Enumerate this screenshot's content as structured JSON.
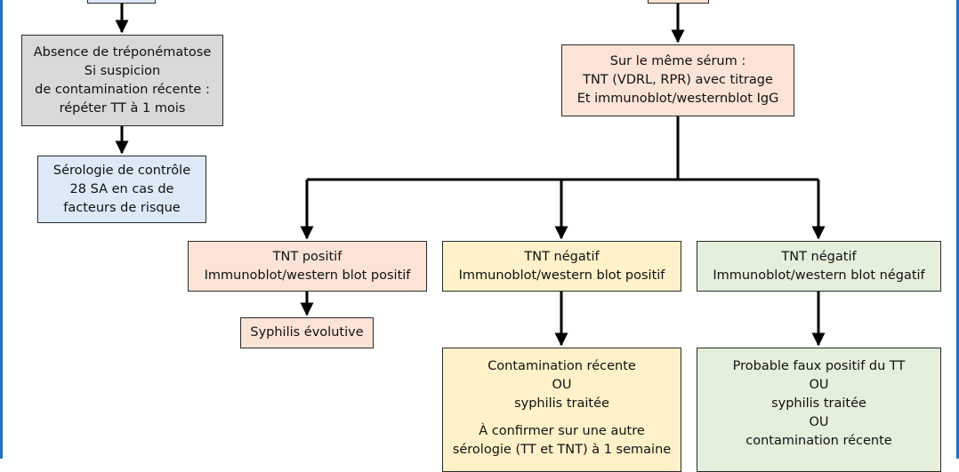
{
  "nodes": {
    "absence": {
      "lines": [
        "Absence de tréponématose",
        "Si suspicion",
        "de contamination récente :",
        "répéter TT à 1 mois"
      ]
    },
    "controle": {
      "lines": [
        "Sérologie de contrôle",
        "28 SA en cas de",
        "facteurs de risque"
      ]
    },
    "meme_serum": {
      "lines": [
        "Sur le même sérum :",
        "TNT (VDRL, RPR) avec titrage",
        "Et immunoblot/westernblot IgG"
      ]
    },
    "tnt_pos": {
      "lines": [
        "TNT positif",
        "Immunoblot/western blot positif"
      ]
    },
    "tnt_neg_pos": {
      "lines": [
        "TNT négatif",
        "Immunoblot/western blot positif"
      ]
    },
    "tnt_neg_neg": {
      "lines": [
        "TNT négatif",
        "Immunoblot/western blot négatif"
      ]
    },
    "syphilis_evolutive": {
      "lines": [
        "Syphilis évolutive"
      ]
    },
    "contamination": {
      "lines": [
        "Contamination récente",
        "OU",
        "syphilis traitée"
      ],
      "note": [
        "À confirmer sur une autre",
        "sérologie (TT et TNT) à 1 semaine"
      ]
    },
    "faux_positif": {
      "lines": [
        "Probable faux positif du TT",
        "OU",
        "syphilis traitée",
        "OU",
        "contamination récente"
      ]
    }
  },
  "colors": {
    "gray": "#d9d9d9",
    "blue": "#dde9f7",
    "salmon": "#fbe3d6",
    "yellow": "#fff1c8",
    "green": "#e4efdc",
    "border": "#2a2a2a",
    "rail": "#1e73c8"
  }
}
